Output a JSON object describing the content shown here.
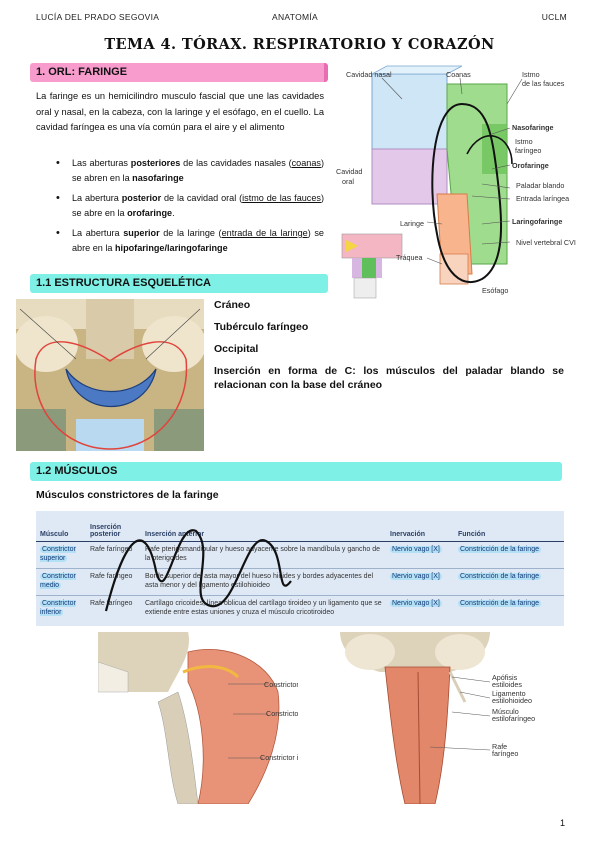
{
  "header": {
    "author": "LUCÍA DEL PRADO SEGOVIA",
    "subject": "ANATOMÍA",
    "university": "UCLM"
  },
  "title": "TEMA 4. TÓRAX. RESPIRATORIO Y CORAZÓN",
  "section1": {
    "heading": "1. ORL: FARINGE",
    "intro": "La faringe es un hemicilindro musculo fascial que une las cavidades oral y nasal, en la cabeza, con la laringe y el esófago, en el cuello. La cavidad faríngea es una vía común para el aire y el alimento",
    "bullets": [
      {
        "pre": "Las aberturas ",
        "bold1": "posteriores",
        "mid1": " de las cavidades nasales (",
        "und": "coanas",
        "mid2": ") se abren en la ",
        "bold2": "nasofaringe",
        "post": ""
      },
      {
        "pre": "La abertura ",
        "bold1": "posterior",
        "mid1": " de la cavidad oral (",
        "und": "istmo de las fauces",
        "mid2": ") se abre en la ",
        "bold2": "orofaringe",
        "post": "."
      },
      {
        "pre": "La abertura ",
        "bold1": "superior",
        "mid1": " de la laringe (",
        "und": "entrada de la laringe",
        "mid2": ") se abre en la ",
        "bold2": "hipofaringe/laringofaringe",
        "post": ""
      }
    ],
    "figure_labels": {
      "nasal_cavity": "Cavidad nasal",
      "choanae": "Coanas",
      "isthmus": "Istmo",
      "isthmus2": "de las fauces",
      "nasopharynx": "Nasofaringe",
      "pharyngeal_isthmus": "Istmo",
      "pharyngeal_isthmus2": "faríngeo",
      "oral_cavity": "Cavidad",
      "oral_cavity2": "oral",
      "oropharynx": "Orofaringe",
      "soft_palate": "Paladar blando",
      "laryngeal_inlet": "Entrada laríngea",
      "larynx": "Laringe",
      "laryngopharynx": "Laringofaringe",
      "trachea": "Tráquea",
      "vertebral_level": "Nivel vertebral CVI",
      "esophagus": "Esófago"
    }
  },
  "section11": {
    "heading": "1.1 ESTRUCTURA ESQUELÉTICA",
    "items": [
      "Cráneo",
      "Tubérculo faríngeo",
      "Occipital"
    ],
    "note": "Inserción en forma de C: los músculos del paladar blando se relacionan con la base del cráneo"
  },
  "section12": {
    "heading": "1.2 MÚSCULOS",
    "subheading": "Músculos constrictores de la faringe",
    "table": {
      "headers": [
        "Músculo",
        "Inserción posterior",
        "Inserción anterior",
        "Inervación",
        "Función"
      ],
      "rows": [
        [
          "Constrictor superior",
          "Rafe faríngeo",
          "Rafe pterigomandibular y hueso adyacente sobre la mandíbula y gancho de la pterigoides",
          "Nervio vago [X]",
          "Constricción de la faringe"
        ],
        [
          "Constrictor medio",
          "Rafe faríngeo",
          "Borde superior del asta mayor del hueso hioides y bordes adyacentes del asta menor y del ligamento estilohioideo",
          "Nervio vago [X]",
          "Constricción de la faringe"
        ],
        [
          "Constrictor inferior",
          "Rafe faríngeo",
          "Cartílago cricoides, línea oblicua del cartílago tiroideo y un ligamento que se extiende entre estas uniones y cruza el músculo cricotiroideo",
          "Nervio vago [X]",
          "Constricción de la faringe"
        ]
      ]
    },
    "figure_labels": {
      "sup": "Constrictor superior",
      "mid": "Constrictor medio",
      "inf": "Constrictor inferior",
      "styloid": "Apófisis",
      "styloid2": "estiloides",
      "stylohyoid": "Ligamento",
      "stylohyoid2": "estilohioideo",
      "stylopharyngeus": "Músculo",
      "stylopharyngeus2": "estilofaríngeo",
      "raphe": "Rafe",
      "raphe2": "faríngeo"
    }
  },
  "page_number": "1",
  "colors": {
    "pink_bar": "#f79ccd",
    "cyan_bar": "#7ff0e6",
    "table_bg": "#dfe9f5",
    "highlight": "#b3e0f5"
  }
}
